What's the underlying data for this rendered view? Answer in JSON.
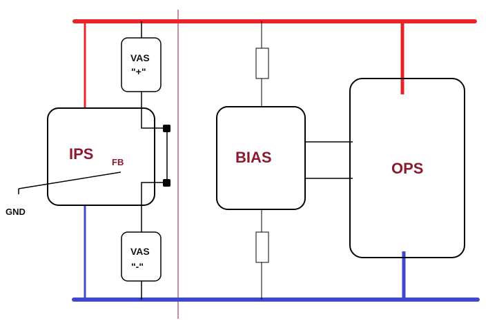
{
  "blocks": {
    "ips": {
      "label": "IPS"
    },
    "fb": {
      "label": "FB"
    },
    "gnd": {
      "label": "GND"
    },
    "vas_pos": {
      "line1": "VAS",
      "line2": "\"+\""
    },
    "vas_neg": {
      "line1": "VAS",
      "line2": "\"-\""
    },
    "bias": {
      "label": "BIAS"
    },
    "ops": {
      "label": "OPS"
    }
  },
  "colors": {
    "positive_rail": "#e8242a",
    "negative_rail": "#3f48cc",
    "wire": "#000000",
    "divider": "#8b1a4a",
    "block_label": "#8b1a2e"
  }
}
